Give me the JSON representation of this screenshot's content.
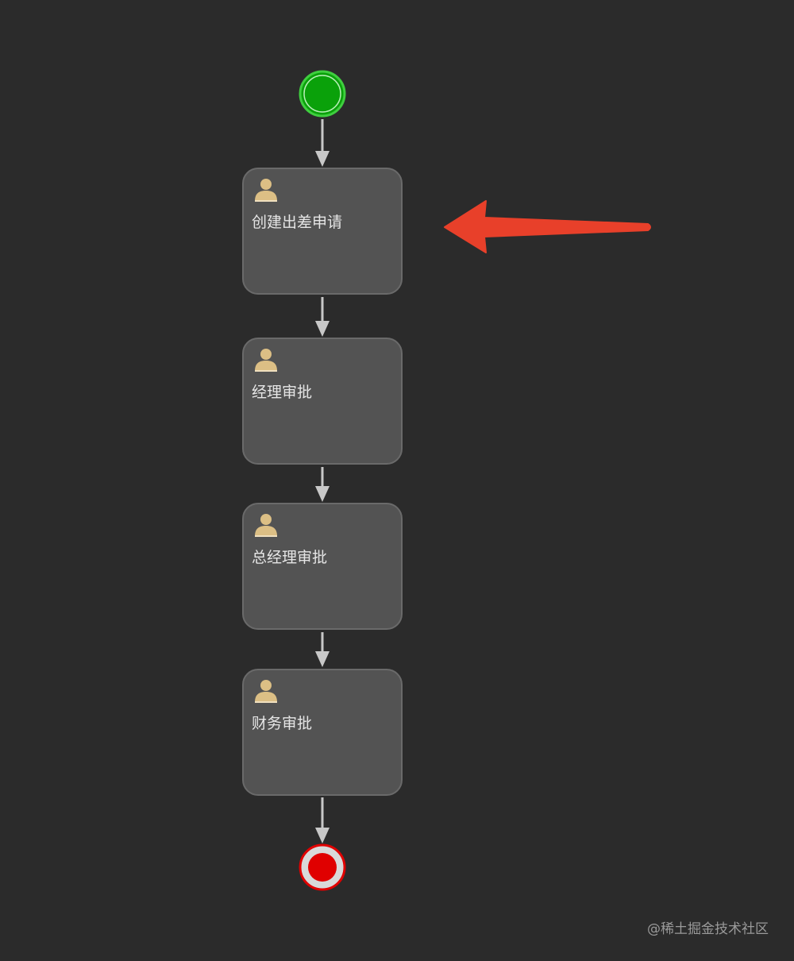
{
  "diagram": {
    "nodes": [
      {
        "id": "start",
        "type": "start-event",
        "color": "#0aa10a"
      },
      {
        "id": "task1",
        "type": "user-task",
        "label": "创建出差申请",
        "icon": "user-icon"
      },
      {
        "id": "task2",
        "type": "user-task",
        "label": "经理审批",
        "icon": "user-icon"
      },
      {
        "id": "task3",
        "type": "user-task",
        "label": "总经理审批",
        "icon": "user-icon"
      },
      {
        "id": "task4",
        "type": "user-task",
        "label": "财务审批",
        "icon": "user-icon"
      },
      {
        "id": "end",
        "type": "end-event",
        "color": "#e00000"
      }
    ],
    "edges": [
      {
        "from": "start",
        "to": "task1"
      },
      {
        "from": "task1",
        "to": "task2"
      },
      {
        "from": "task2",
        "to": "task3"
      },
      {
        "from": "task3",
        "to": "task4"
      },
      {
        "from": "task4",
        "to": "end"
      }
    ],
    "annotation": {
      "type": "arrow",
      "target": "task1",
      "color": "#e8402a"
    }
  },
  "colors": {
    "background": "#2b2b2b",
    "task_fill": "#535353",
    "task_border": "#6a6a6a",
    "connector": "#c8c8c8",
    "user_icon": "#dcbf85"
  },
  "watermark": "@稀土掘金技术社区"
}
